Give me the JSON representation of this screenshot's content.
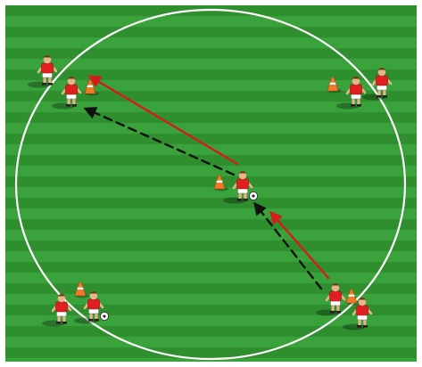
{
  "diagram": {
    "type": "soccer-drill",
    "colors": {
      "frame": "#ffffff",
      "pitch_dark": "#2f8f2f",
      "pitch_light": "#3aa23a",
      "circle_line": "#ffffff",
      "pass_arrow": "#d41c1c",
      "run_arrow": "#111111",
      "cone": "#f07a2a",
      "cone_stripe": "#ffffff",
      "shirt": "#e02020",
      "shorts": "#ffffff",
      "skin": "#e8b48a",
      "hair": "#6a3a1a",
      "ball": "#ffffff"
    },
    "players": [
      {
        "id": "top-left-a",
        "group": "top-left",
        "ball": false
      },
      {
        "id": "top-left-b",
        "group": "top-left",
        "ball": false
      },
      {
        "id": "top-right-a",
        "group": "top-right",
        "ball": false
      },
      {
        "id": "top-right-b",
        "group": "top-right",
        "ball": false
      },
      {
        "id": "center",
        "group": "center",
        "ball": true
      },
      {
        "id": "bottom-left-a",
        "group": "bottom-left",
        "ball": false
      },
      {
        "id": "bottom-left-b",
        "group": "bottom-left",
        "ball": true
      },
      {
        "id": "bottom-right-a",
        "group": "bottom-right",
        "ball": false
      },
      {
        "id": "bottom-right-b",
        "group": "bottom-right",
        "ball": false
      }
    ],
    "cones": [
      {
        "id": "cone-top-left",
        "group": "top-left"
      },
      {
        "id": "cone-top-right",
        "group": "top-right"
      },
      {
        "id": "cone-center",
        "group": "center"
      },
      {
        "id": "cone-bottom-left",
        "group": "bottom-left"
      },
      {
        "id": "cone-bottom-right",
        "group": "bottom-right"
      }
    ],
    "arrows": [
      {
        "id": "pass-center-to-top-left",
        "kind": "pass",
        "style": "solid",
        "from": "center",
        "to": "top-left"
      },
      {
        "id": "run-center-to-top-left",
        "kind": "run",
        "style": "dashed",
        "from": "center",
        "to": "top-left"
      },
      {
        "id": "pass-bottom-right-to-center",
        "kind": "pass",
        "style": "solid",
        "from": "bottom-right",
        "to": "center"
      },
      {
        "id": "run-bottom-right-to-center",
        "kind": "run",
        "style": "dashed",
        "from": "bottom-right",
        "to": "center"
      }
    ]
  }
}
